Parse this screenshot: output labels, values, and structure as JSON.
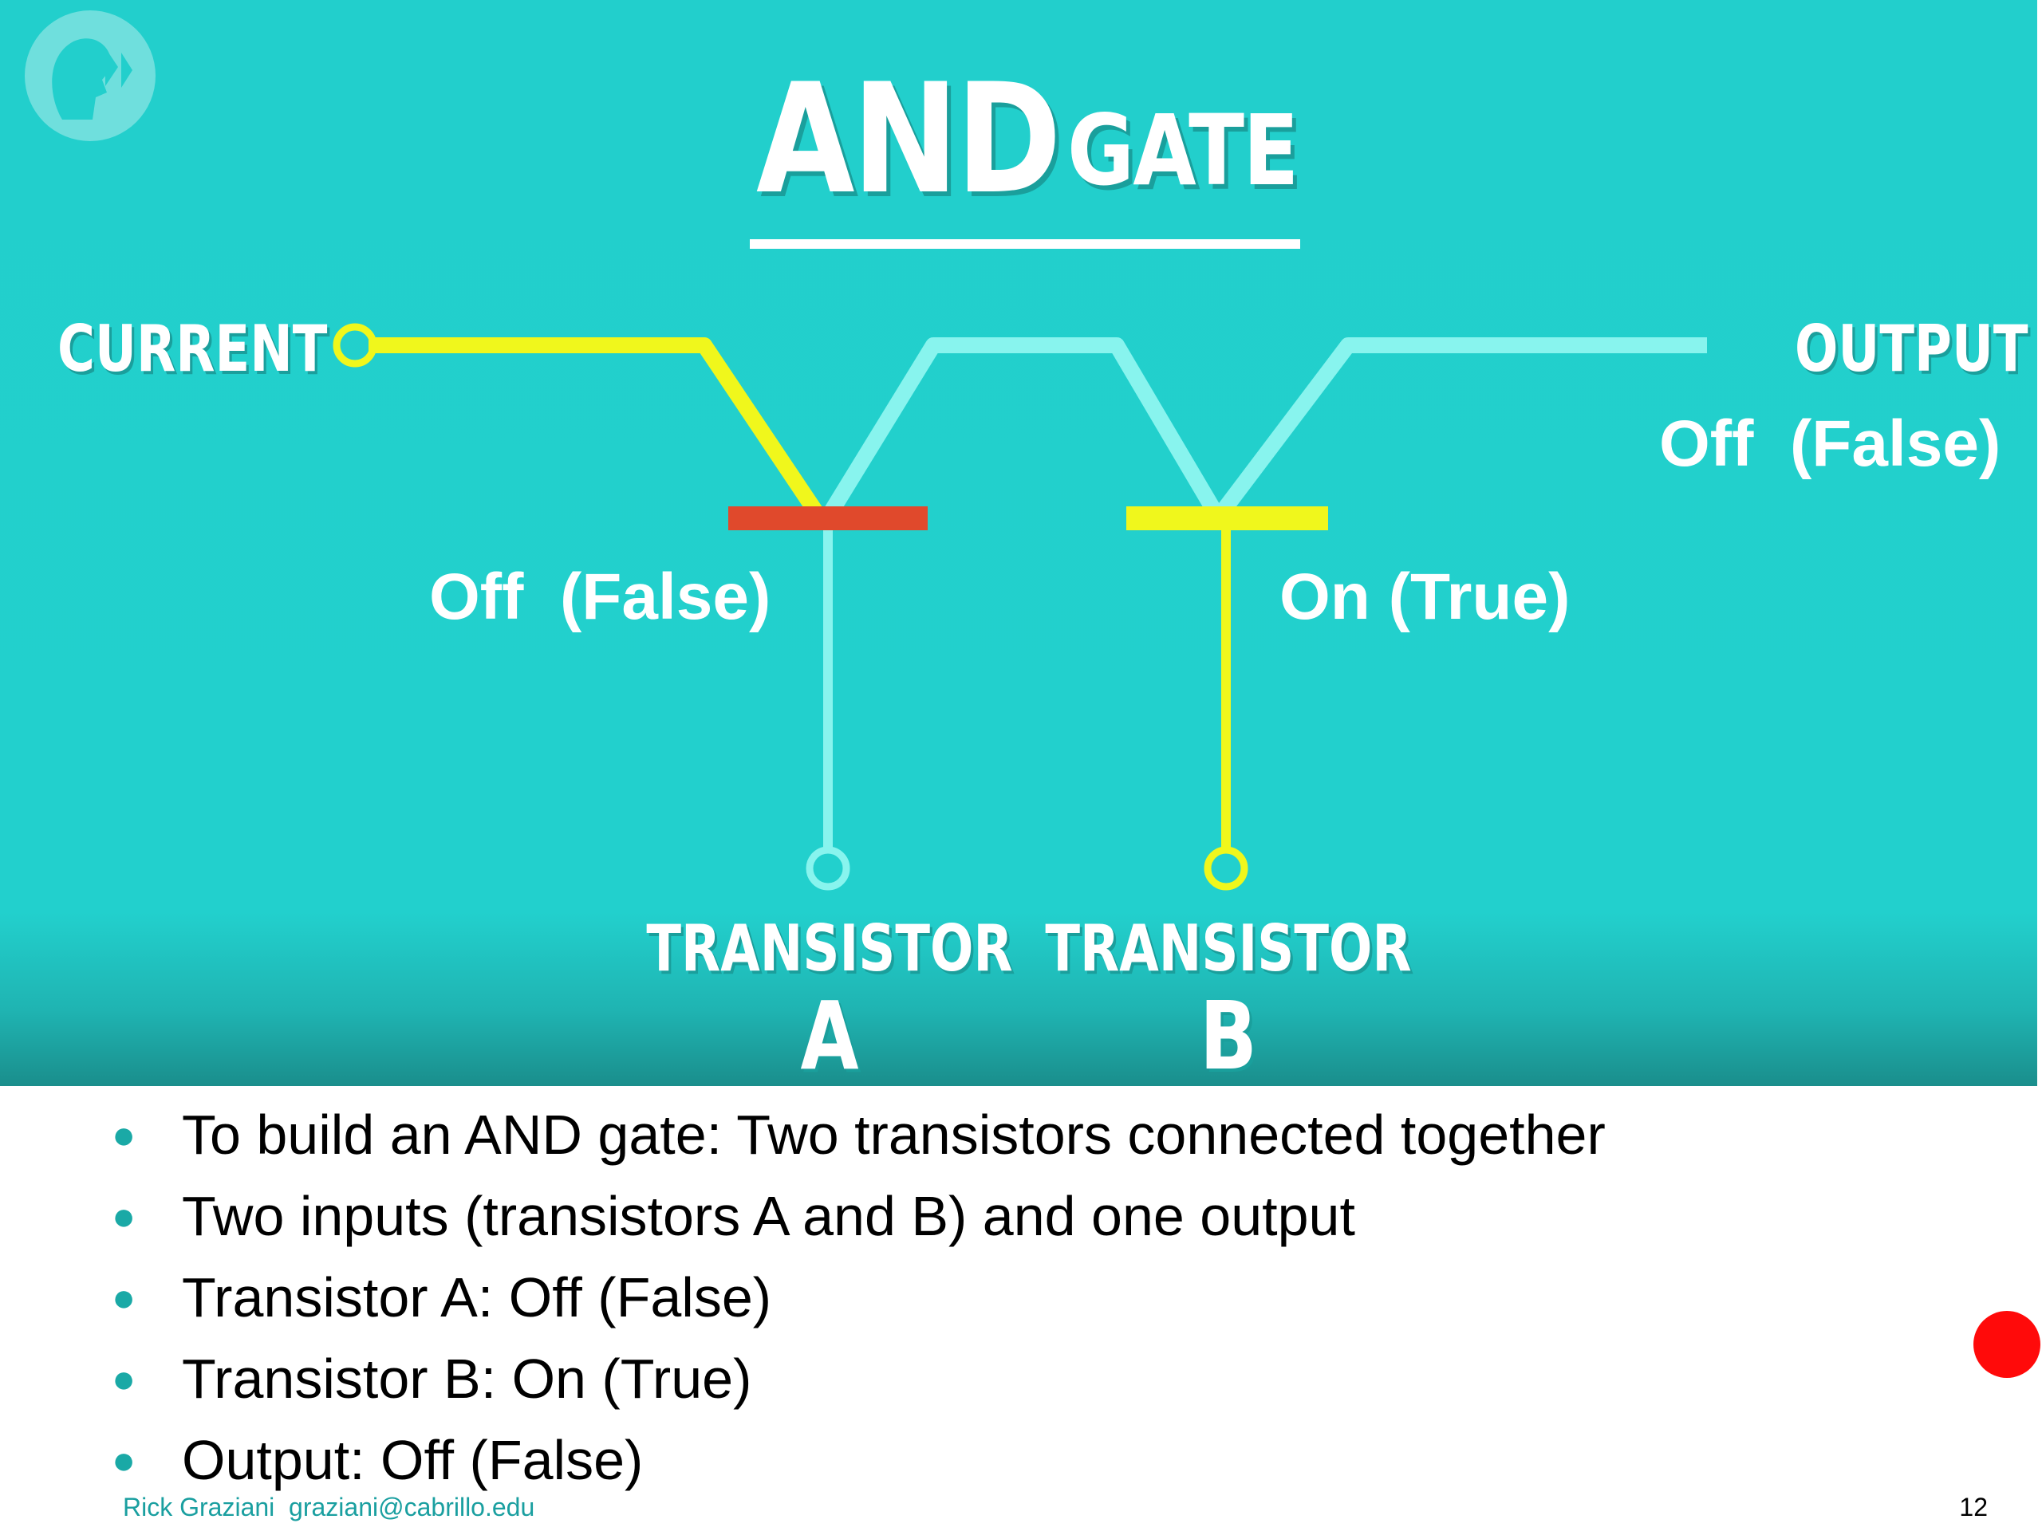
{
  "diagram": {
    "title_main": "AND",
    "title_secondary": "GATE",
    "current_label": "CURRENT",
    "output_label": "OUTPUT",
    "output_state": "Off  (False)",
    "transistor_a": {
      "label": "TRANSISTOR",
      "letter": "A",
      "state": "Off  (False)"
    },
    "transistor_b": {
      "label": "TRANSISTOR",
      "letter": "B",
      "state": "On (True)"
    },
    "colors": {
      "background": "#22d0cd",
      "active_wire": "#f0f71c",
      "inactive_wire": "#88f4ee",
      "gate_off": "#e0492c",
      "gate_on": "#f0f71c"
    },
    "logo_icon": "pbs-logo"
  },
  "bullets": [
    "To build an AND gate: Two transistors connected together",
    "Two inputs (transistors A and B) and one output",
    "Transistor A: Off (False)",
    "Transistor B: On (True)",
    "Output: Off (False)"
  ],
  "footer": {
    "author": "Rick Graziani  graziani@cabrillo.edu",
    "page_number": "12"
  },
  "pointer_icon": "red-dot-marker"
}
